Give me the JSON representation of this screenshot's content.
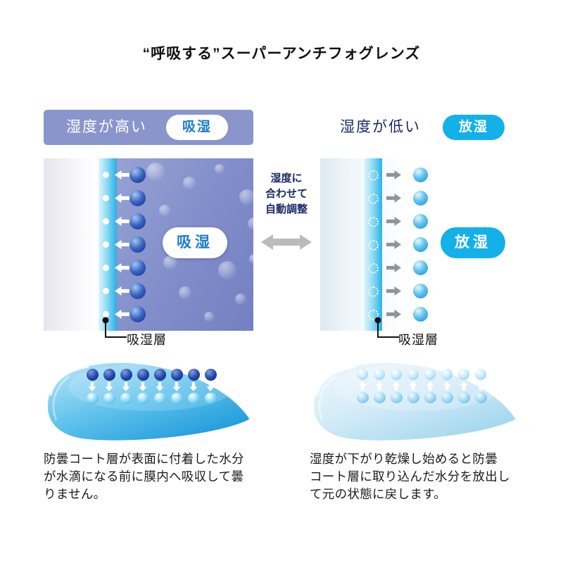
{
  "title": "“呼吸する”スーパーアンチフォグレンズ",
  "left": {
    "header_label": "湿度が高い",
    "header_badge": "吸湿",
    "panel_badge": "吸湿",
    "layer_label": "吸湿層",
    "caption": "防曇コート層が表面に付着した水分\nが水滴になる前に膜内へ吸収して曇\nりません。"
  },
  "center": {
    "note": "湿度に\n合わせて\n自動調整"
  },
  "right": {
    "header_label": "湿度が低い",
    "header_badge": "放湿",
    "panel_badge": "放湿",
    "layer_label": "吸湿層",
    "caption": "湿度が下がり乾燥し始めると防曇\nコート層に取り込んだ水分を放出し\nて元の状態に戻します。"
  },
  "colors": {
    "header_purple": "#8a95cb",
    "accent_cyan": "#14b0e8",
    "navy_text": "#1b2a66",
    "panel_purple": "#8490ca",
    "lens_blue": "#2aa4e0",
    "arrow_gray": "#b9bcbf"
  }
}
